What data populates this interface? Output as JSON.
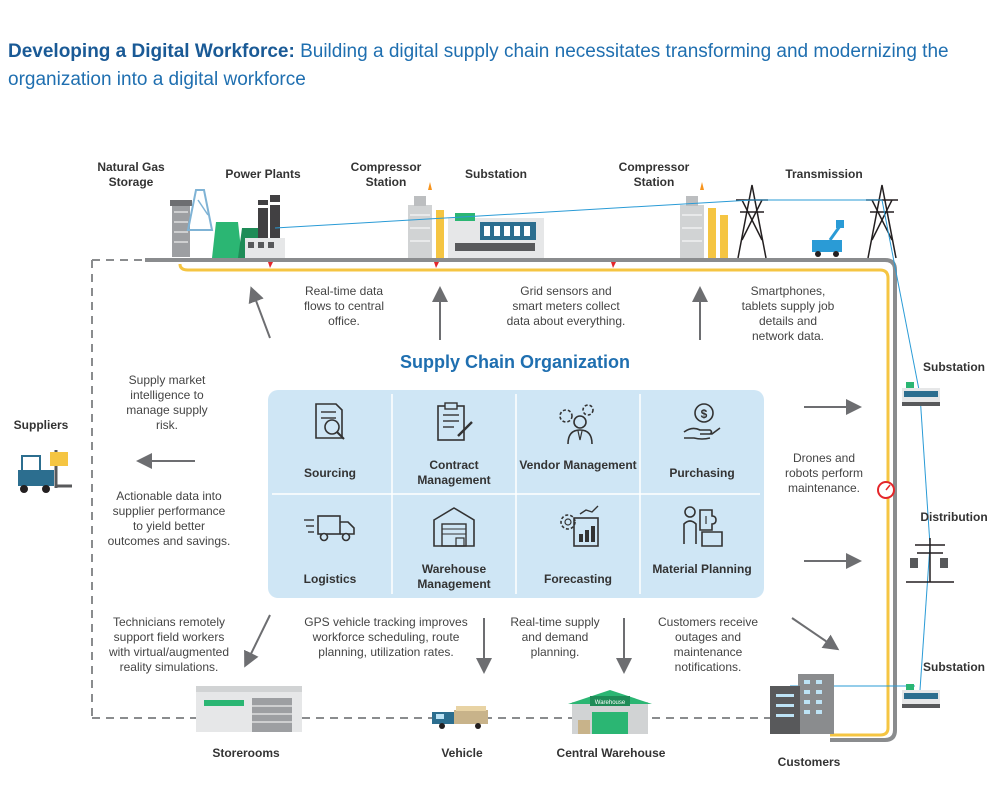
{
  "header": {
    "title_bold": "Developing a Digital Workforce:",
    "title_rest": " Building a digital supply chain necessitates transforming and modernizing the organization into a digital workforce"
  },
  "top_labels": {
    "natural_gas": "Natural Gas Storage",
    "power_plants": "Power Plants",
    "compressor_1": "Compressor Station",
    "substation_top": "Substation",
    "compressor_2": "Compressor Station",
    "transmission": "Transmission"
  },
  "right_labels": {
    "substation_1": "Substation",
    "distribution": "Distribution",
    "substation_2": "Substation"
  },
  "bottom_labels": {
    "storerooms": "Storerooms",
    "vehicle": "Vehicle",
    "central_warehouse": "Central Warehouse",
    "customers": "Customers",
    "warehouse_sign": "Warehouse"
  },
  "suppliers_label": "Suppliers",
  "notes": {
    "realtime_data": "Real-time data flows to central office.",
    "grid_sensors": "Grid sensors and smart meters collect data about everything.",
    "smartphones": "Smartphones, tablets supply job details and network data.",
    "supply_market": "Supply market intelligence to manage supply risk.",
    "actionable": "Actionable data into supplier performance to yield better outcomes and savings.",
    "drones": "Drones and robots perform maintenance.",
    "technicians": "Technicians remotely support field workers with virtual/augmented reality simulations.",
    "gps": "GPS vehicle tracking improves workforce scheduling, route planning, utilization rates.",
    "realtime_supply": "Real-time supply and demand planning.",
    "customers_receive": "Customers receive outages and maintenance notifications."
  },
  "organization": {
    "title": "Supply Chain Organization",
    "functions": [
      {
        "label": "Sourcing",
        "icon": "sourcing-icon"
      },
      {
        "label": "Contract Management",
        "icon": "contract-icon"
      },
      {
        "label": "Vendor Management",
        "icon": "vendor-icon"
      },
      {
        "label": "Purchasing",
        "icon": "purchasing-icon"
      },
      {
        "label": "Logistics",
        "icon": "logistics-icon"
      },
      {
        "label": "Warehouse Management",
        "icon": "warehouse-icon"
      },
      {
        "label": "Forecasting",
        "icon": "forecasting-icon"
      },
      {
        "label": "Material Planning",
        "icon": "material-planning-icon"
      }
    ]
  },
  "colors": {
    "title_blue": "#1f6fb0",
    "panel_blue": "#cfe6f5",
    "pipe_yellow": "#f5c542",
    "line_gray": "#808285",
    "wire_teal": "#2a9bd6",
    "plant_green": "#2bb673"
  }
}
